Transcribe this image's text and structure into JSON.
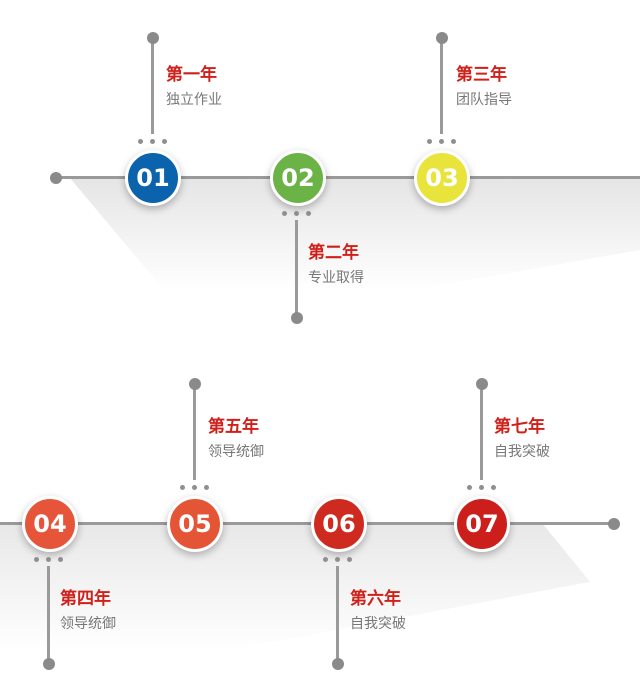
{
  "milestones": [
    {
      "num": "01",
      "year": "第一年",
      "desc": "独立作业",
      "color": "#0a63ac"
    },
    {
      "num": "02",
      "year": "第二年",
      "desc": "专业取得",
      "color": "#6cb347"
    },
    {
      "num": "03",
      "year": "第三年",
      "desc": "团队指导",
      "color": "#e9e43c"
    },
    {
      "num": "04",
      "year": "第四年",
      "desc": "领导统御",
      "color": "#e6553a"
    },
    {
      "num": "05",
      "year": "第五年",
      "desc": "领导统御",
      "color": "#e45536"
    },
    {
      "num": "06",
      "year": "第六年",
      "desc": "自我突破",
      "color": "#cf2a1f"
    },
    {
      "num": "07",
      "year": "第七年",
      "desc": "自我突破",
      "color": "#cc1f1c"
    }
  ],
  "colors": {
    "year_text": "#d0201a",
    "desc_text": "#777777",
    "line": "#9a9a9a"
  }
}
